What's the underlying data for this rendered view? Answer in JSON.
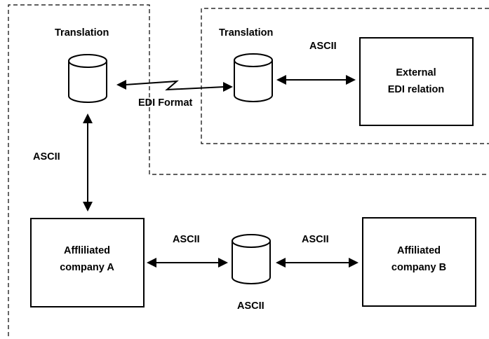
{
  "labels": {
    "translation_left": "Translation",
    "translation_right": "Translation",
    "ascii_external": "ASCII",
    "edi_format": "EDI Format",
    "ascii_vertical": "ASCII",
    "ascii_a_to_db": "ASCII",
    "ascii_db_to_b": "ASCII",
    "ascii_db_below": "ASCII"
  },
  "boxes": {
    "external": [
      "External",
      "EDI relation"
    ],
    "company_a": [
      "Affliliated",
      "company A"
    ],
    "company_b": [
      "Affiliated",
      "company B"
    ]
  }
}
